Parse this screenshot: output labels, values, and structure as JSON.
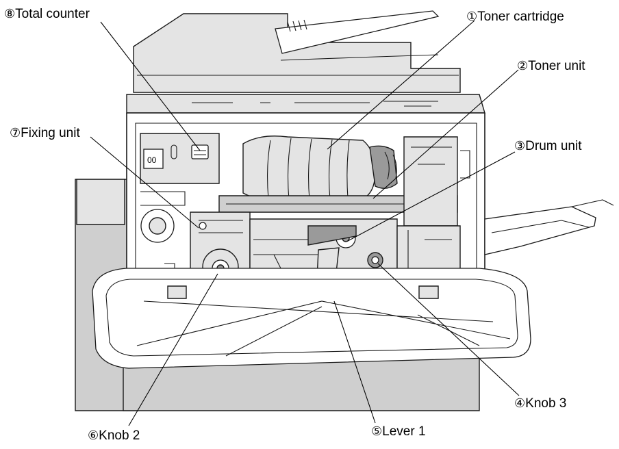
{
  "callouts": [
    {
      "id": "c8",
      "num": "⑧",
      "text": "Total counter"
    },
    {
      "id": "c1",
      "num": "①",
      "text": "Toner cartridge"
    },
    {
      "id": "c2",
      "num": "②",
      "text": "Toner unit"
    },
    {
      "id": "c7",
      "num": "⑦",
      "text": "Fixing unit"
    },
    {
      "id": "c3",
      "num": "③",
      "text": "Drum unit"
    },
    {
      "id": "c4",
      "num": "④",
      "text": "Knob 3"
    },
    {
      "id": "c5",
      "num": "⑤",
      "text": "Lever 1"
    },
    {
      "id": "c6",
      "num": "⑥",
      "text": "Knob 2"
    }
  ],
  "counter_display": "00",
  "colors": {
    "line": "#000000",
    "shade": "#cfcfcf",
    "shade_light": "#e4e4e4",
    "shade_dark": "#9a9a9a"
  }
}
